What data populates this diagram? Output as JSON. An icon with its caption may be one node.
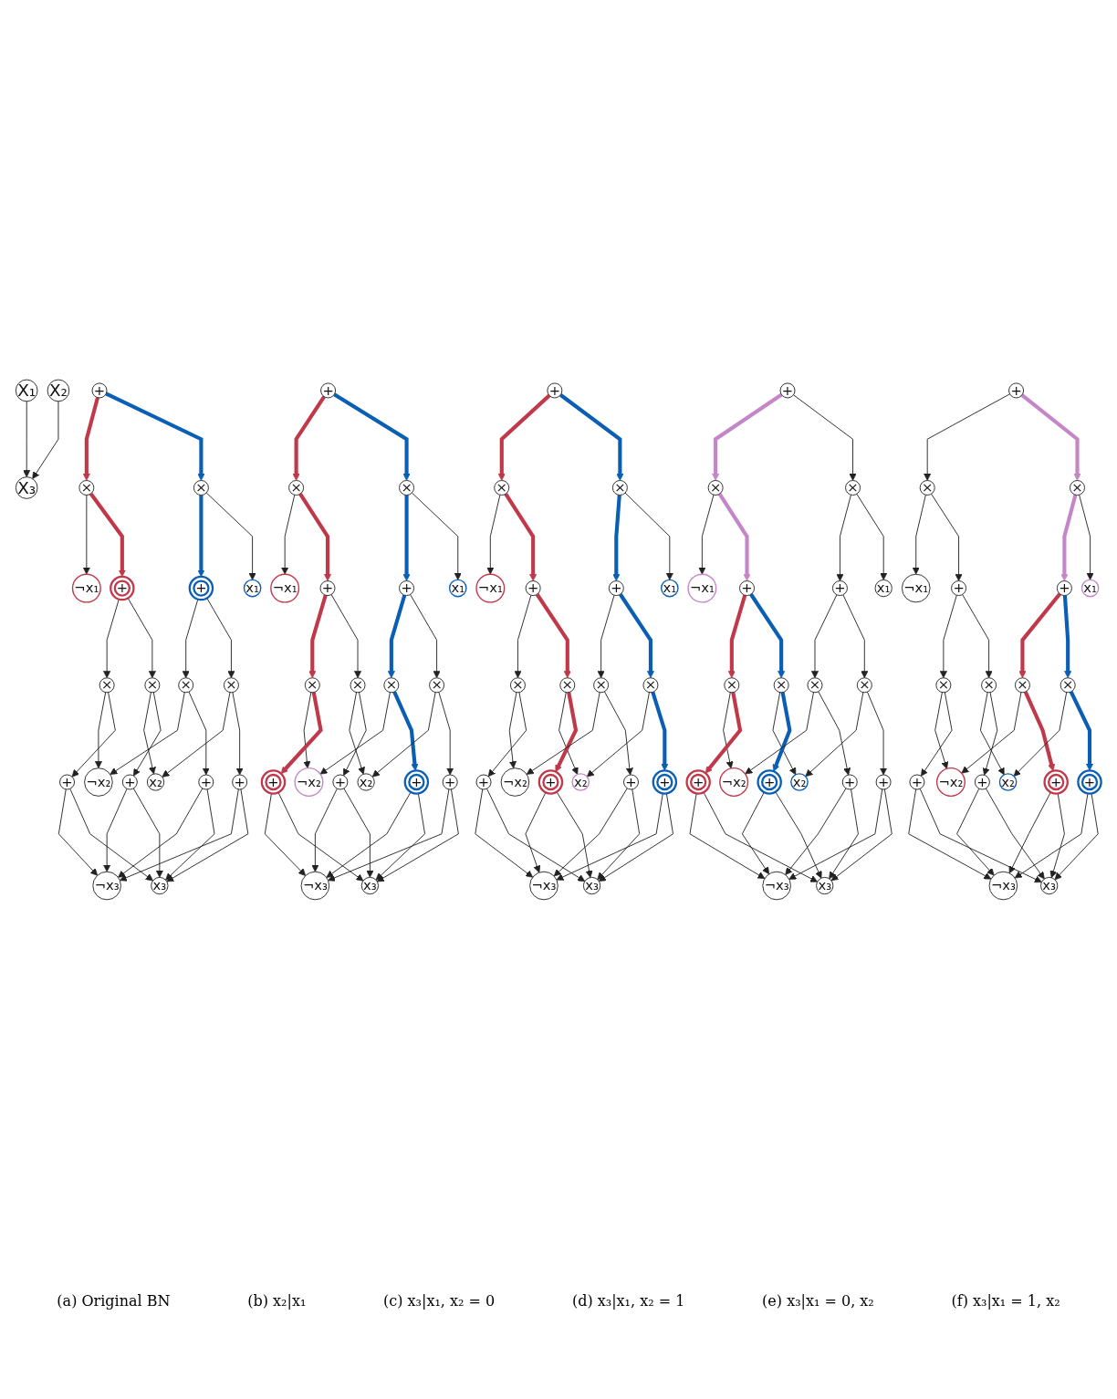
{
  "diagram": {
    "nodes": [
      {
        "text": [
          "X₁"
        ]
      },
      {
        "text": [
          "X₂"
        ]
      },
      {
        "text": [
          "X₃"
        ]
      },
      {
        "text": [
          "+"
        ]
      },
      {
        "text": [
          "×"
        ]
      },
      {
        "text": [
          "×"
        ]
      },
      {
        "text": [
          "¬x₁"
        ]
      },
      {
        "text": [
          "+"
        ]
      },
      {
        "text": [
          "+"
        ]
      },
      {
        "text": [
          "x₁"
        ]
      },
      {
        "text": [
          "×"
        ]
      },
      {
        "text": [
          "×"
        ]
      },
      {
        "text": [
          "×"
        ]
      },
      {
        "text": [
          "×"
        ]
      },
      {
        "text": [
          "¬x₂"
        ]
      },
      {
        "text": [
          "x₂"
        ]
      },
      {
        "text": [
          "+"
        ]
      },
      {
        "text": [
          "+"
        ]
      },
      {
        "text": [
          "+"
        ]
      },
      {
        "text": [
          "+"
        ]
      },
      {
        "text": [
          "¬x₃"
        ]
      },
      {
        "text": [
          "x₃"
        ]
      },
      {
        "text": [
          "+"
        ]
      },
      {
        "text": [
          "×"
        ]
      },
      {
        "text": [
          "×"
        ]
      },
      {
        "text": [
          "¬x₁"
        ]
      },
      {
        "text": [
          "+"
        ]
      },
      {
        "text": [
          "+"
        ]
      },
      {
        "text": [
          "x₁"
        ]
      },
      {
        "text": [
          "×"
        ]
      },
      {
        "text": [
          "×"
        ]
      },
      {
        "text": [
          "×"
        ]
      },
      {
        "text": [
          "×"
        ]
      },
      {
        "text": [
          "¬x₂"
        ]
      },
      {
        "text": [
          "x₂"
        ]
      },
      {
        "text": [
          "+"
        ]
      },
      {
        "text": [
          "+"
        ]
      },
      {
        "text": [
          "+"
        ]
      },
      {
        "text": [
          "+"
        ]
      },
      {
        "text": [
          "¬x₃"
        ]
      },
      {
        "text": [
          "x₃"
        ]
      },
      {
        "text": [
          "+"
        ]
      },
      {
        "text": [
          "×"
        ]
      },
      {
        "text": [
          "×"
        ]
      },
      {
        "text": [
          "¬x₁"
        ]
      },
      {
        "text": [
          "+"
        ]
      },
      {
        "text": [
          "+"
        ]
      },
      {
        "text": [
          "x₁"
        ]
      },
      {
        "text": [
          "×"
        ]
      },
      {
        "text": [
          "×"
        ]
      },
      {
        "text": [
          "×"
        ]
      },
      {
        "text": [
          "×"
        ]
      },
      {
        "text": [
          "¬x₂"
        ]
      },
      {
        "text": [
          "x₂"
        ]
      },
      {
        "text": [
          "+"
        ]
      },
      {
        "text": [
          "+"
        ]
      },
      {
        "text": [
          "+"
        ]
      },
      {
        "text": [
          "+"
        ]
      },
      {
        "text": [
          "¬x₃"
        ]
      },
      {
        "text": [
          "x₃"
        ]
      },
      {
        "text": [
          "+"
        ]
      },
      {
        "text": [
          "×"
        ]
      },
      {
        "text": [
          "×"
        ]
      },
      {
        "text": [
          "¬x₁"
        ]
      },
      {
        "text": [
          "+"
        ]
      },
      {
        "text": [
          "+"
        ]
      },
      {
        "text": [
          "x₁"
        ]
      },
      {
        "text": [
          "×"
        ]
      },
      {
        "text": [
          "×"
        ]
      },
      {
        "text": [
          "×"
        ]
      },
      {
        "text": [
          "×"
        ]
      },
      {
        "text": [
          "¬x₂"
        ]
      },
      {
        "text": [
          "x₂"
        ]
      },
      {
        "text": [
          "+"
        ]
      },
      {
        "text": [
          "+"
        ]
      },
      {
        "text": [
          "+"
        ]
      },
      {
        "text": [
          "+"
        ]
      },
      {
        "text": [
          "¬x₃"
        ]
      },
      {
        "text": [
          "x₃"
        ]
      },
      {
        "text": [
          "+"
        ]
      },
      {
        "text": [
          "×"
        ]
      },
      {
        "text": [
          "×"
        ]
      },
      {
        "text": [
          "¬x₁"
        ]
      },
      {
        "text": [
          "+"
        ]
      },
      {
        "text": [
          "+"
        ]
      },
      {
        "text": [
          "x₁"
        ]
      },
      {
        "text": [
          "×"
        ]
      },
      {
        "text": [
          "×"
        ]
      },
      {
        "text": [
          "×"
        ]
      },
      {
        "text": [
          "×"
        ]
      },
      {
        "text": [
          "¬x₂"
        ]
      },
      {
        "text": [
          "x₂"
        ]
      },
      {
        "text": [
          "+"
        ]
      },
      {
        "text": [
          "+"
        ]
      },
      {
        "text": [
          "+"
        ]
      },
      {
        "text": [
          "+"
        ]
      },
      {
        "text": [
          "¬x₃"
        ]
      },
      {
        "text": [
          "x₃"
        ]
      }
    ],
    "edges": [
      {
        "from": 0,
        "to": 2,
        "arrow": "to"
      },
      {
        "from": 1,
        "to": 2,
        "arrow": "to"
      },
      {
        "from": 3,
        "to": 4,
        "arrow": "to",
        "style": "thick",
        "color": "#c0394b"
      },
      {
        "from": 3,
        "to": 5,
        "arrow": "to",
        "style": "thick",
        "color": "#0a5fb4"
      },
      {
        "from": 4,
        "to": 6,
        "arrow": "to"
      },
      {
        "from": 4,
        "to": 7,
        "arrow": "to",
        "style": "thick",
        "color": "#c0394b"
      },
      {
        "from": 5,
        "to": 8,
        "arrow": "to",
        "style": "thick",
        "color": "#0a5fb4"
      },
      {
        "from": 5,
        "to": 9,
        "arrow": "to"
      },
      {
        "from": 7,
        "to": 10,
        "arrow": "to"
      },
      {
        "from": 7,
        "to": 11,
        "arrow": "to"
      },
      {
        "from": 8,
        "to": 12,
        "arrow": "to"
      },
      {
        "from": 8,
        "to": 13,
        "arrow": "to"
      },
      {
        "from": 10,
        "to": 14,
        "arrow": "to"
      },
      {
        "from": 10,
        "to": 16,
        "arrow": "to"
      },
      {
        "from": 11,
        "to": 15,
        "arrow": "to"
      },
      {
        "from": 11,
        "to": 17,
        "arrow": "to"
      },
      {
        "from": 12,
        "to": 14,
        "arrow": "to"
      },
      {
        "from": 12,
        "to": 18,
        "arrow": "to"
      },
      {
        "from": 13,
        "to": 15,
        "arrow": "to"
      },
      {
        "from": 13,
        "to": 19,
        "arrow": "to"
      },
      {
        "from": 16,
        "to": 20,
        "arrow": "to"
      },
      {
        "from": 16,
        "to": 21,
        "arrow": "to"
      },
      {
        "from": 17,
        "to": 20,
        "arrow": "to"
      },
      {
        "from": 17,
        "to": 21,
        "arrow": "to"
      },
      {
        "from": 18,
        "to": 20,
        "arrow": "to"
      },
      {
        "from": 18,
        "to": 21,
        "arrow": "to"
      },
      {
        "from": 19,
        "to": 20,
        "arrow": "to"
      },
      {
        "from": 19,
        "to": 21,
        "arrow": "to"
      },
      {
        "from": 22,
        "to": 23,
        "arrow": "to",
        "style": "thick",
        "color": "#c0394b"
      },
      {
        "from": 22,
        "to": 24,
        "arrow": "to",
        "style": "thick",
        "color": "#0a5fb4"
      },
      {
        "from": 23,
        "to": 25,
        "arrow": "to"
      },
      {
        "from": 23,
        "to": 26,
        "arrow": "to",
        "style": "thick",
        "color": "#c0394b"
      },
      {
        "from": 24,
        "to": 27,
        "arrow": "to",
        "style": "thick",
        "color": "#0a5fb4"
      },
      {
        "from": 24,
        "to": 28,
        "arrow": "to"
      },
      {
        "from": 26,
        "to": 29,
        "arrow": "to",
        "style": "thick",
        "color": "#c0394b"
      },
      {
        "from": 26,
        "to": 30,
        "arrow": "to"
      },
      {
        "from": 27,
        "to": 31,
        "arrow": "to",
        "style": "thick",
        "color": "#0a5fb4"
      },
      {
        "from": 27,
        "to": 32,
        "arrow": "to"
      },
      {
        "from": 29,
        "to": 33,
        "arrow": "to"
      },
      {
        "from": 29,
        "to": 35,
        "arrow": "to",
        "style": "thick",
        "color": "#c0394b"
      },
      {
        "from": 30,
        "to": 34,
        "arrow": "to"
      },
      {
        "from": 30,
        "to": 36,
        "arrow": "to"
      },
      {
        "from": 31,
        "to": 33,
        "arrow": "to"
      },
      {
        "from": 31,
        "to": 37,
        "arrow": "to",
        "style": "thick",
        "color": "#0a5fb4"
      },
      {
        "from": 32,
        "to": 34,
        "arrow": "to"
      },
      {
        "from": 32,
        "to": 38,
        "arrow": "to"
      },
      {
        "from": 35,
        "to": 39,
        "arrow": "to"
      },
      {
        "from": 35,
        "to": 40,
        "arrow": "to"
      },
      {
        "from": 36,
        "to": 39,
        "arrow": "to"
      },
      {
        "from": 36,
        "to": 40,
        "arrow": "to"
      },
      {
        "from": 37,
        "to": 39,
        "arrow": "to"
      },
      {
        "from": 37,
        "to": 40,
        "arrow": "to"
      },
      {
        "from": 38,
        "to": 39,
        "arrow": "to"
      },
      {
        "from": 38,
        "to": 40,
        "arrow": "to"
      },
      {
        "from": 41,
        "to": 42,
        "arrow": "to",
        "style": "thick",
        "color": "#c0394b"
      },
      {
        "from": 41,
        "to": 43,
        "arrow": "to",
        "style": "thick",
        "color": "#0a5fb4"
      },
      {
        "from": 42,
        "to": 44,
        "arrow": "to"
      },
      {
        "from": 42,
        "to": 45,
        "arrow": "to",
        "style": "thick",
        "color": "#c0394b"
      },
      {
        "from": 43,
        "to": 46,
        "arrow": "to",
        "style": "thick",
        "color": "#0a5fb4"
      },
      {
        "from": 43,
        "to": 47,
        "arrow": "to"
      },
      {
        "from": 45,
        "to": 48,
        "arrow": "to"
      },
      {
        "from": 45,
        "to": 49,
        "arrow": "to",
        "style": "thick",
        "color": "#c0394b"
      },
      {
        "from": 46,
        "to": 50,
        "arrow": "to"
      },
      {
        "from": 46,
        "to": 51,
        "arrow": "to",
        "style": "thick",
        "color": "#0a5fb4"
      },
      {
        "from": 48,
        "to": 52,
        "arrow": "to"
      },
      {
        "from": 48,
        "to": 54,
        "arrow": "to"
      },
      {
        "from": 49,
        "to": 53,
        "arrow": "to"
      },
      {
        "from": 49,
        "to": 55,
        "arrow": "to",
        "style": "thick",
        "color": "#c0394b"
      },
      {
        "from": 50,
        "to": 52,
        "arrow": "to"
      },
      {
        "from": 50,
        "to": 56,
        "arrow": "to"
      },
      {
        "from": 51,
        "to": 53,
        "arrow": "to"
      },
      {
        "from": 51,
        "to": 57,
        "arrow": "to",
        "style": "thick",
        "color": "#0a5fb4"
      },
      {
        "from": 54,
        "to": 58,
        "arrow": "to"
      },
      {
        "from": 54,
        "to": 59,
        "arrow": "to"
      },
      {
        "from": 55,
        "to": 58,
        "arrow": "to"
      },
      {
        "from": 55,
        "to": 59,
        "arrow": "to"
      },
      {
        "from": 56,
        "to": 58,
        "arrow": "to"
      },
      {
        "from": 56,
        "to": 59,
        "arrow": "to"
      },
      {
        "from": 57,
        "to": 58,
        "arrow": "to"
      },
      {
        "from": 57,
        "to": 59,
        "arrow": "to"
      },
      {
        "from": 60,
        "to": 61,
        "arrow": "to",
        "style": "thick",
        "color": "#c486c8"
      },
      {
        "from": 60,
        "to": 62,
        "arrow": "to"
      },
      {
        "from": 61,
        "to": 63,
        "arrow": "to"
      },
      {
        "from": 61,
        "to": 64,
        "arrow": "to",
        "style": "thick",
        "color": "#c486c8"
      },
      {
        "from": 62,
        "to": 65,
        "arrow": "to"
      },
      {
        "from": 62,
        "to": 66,
        "arrow": "to"
      },
      {
        "from": 64,
        "to": 67,
        "arrow": "to",
        "style": "thick",
        "color": "#c0394b"
      },
      {
        "from": 64,
        "to": 68,
        "arrow": "to",
        "style": "thick",
        "color": "#0a5fb4"
      },
      {
        "from": 65,
        "to": 69,
        "arrow": "to"
      },
      {
        "from": 65,
        "to": 70,
        "arrow": "to"
      },
      {
        "from": 67,
        "to": 71,
        "arrow": "to"
      },
      {
        "from": 67,
        "to": 73,
        "arrow": "to",
        "style": "thick",
        "color": "#c0394b"
      },
      {
        "from": 68,
        "to": 72,
        "arrow": "to"
      },
      {
        "from": 68,
        "to": 74,
        "arrow": "to",
        "style": "thick",
        "color": "#0a5fb4"
      },
      {
        "from": 69,
        "to": 71,
        "arrow": "to"
      },
      {
        "from": 69,
        "to": 75,
        "arrow": "to"
      },
      {
        "from": 70,
        "to": 72,
        "arrow": "to"
      },
      {
        "from": 70,
        "to": 76,
        "arrow": "to"
      },
      {
        "from": 73,
        "to": 77,
        "arrow": "to"
      },
      {
        "from": 73,
        "to": 78,
        "arrow": "to"
      },
      {
        "from": 74,
        "to": 77,
        "arrow": "to"
      },
      {
        "from": 74,
        "to": 78,
        "arrow": "to"
      },
      {
        "from": 75,
        "to": 77,
        "arrow": "to"
      },
      {
        "from": 75,
        "to": 78,
        "arrow": "to"
      },
      {
        "from": 76,
        "to": 77,
        "arrow": "to"
      },
      {
        "from": 76,
        "to": 78,
        "arrow": "to"
      },
      {
        "from": 79,
        "to": 80,
        "arrow": "to"
      },
      {
        "from": 79,
        "to": 81,
        "arrow": "to",
        "style": "thick",
        "color": "#c486c8"
      },
      {
        "from": 80,
        "to": 82,
        "arrow": "to"
      },
      {
        "from": 80,
        "to": 83,
        "arrow": "to"
      },
      {
        "from": 81,
        "to": 84,
        "arrow": "to",
        "style": "thick",
        "color": "#c486c8"
      },
      {
        "from": 81,
        "to": 85,
        "arrow": "to"
      },
      {
        "from": 83,
        "to": 86,
        "arrow": "to"
      },
      {
        "from": 83,
        "to": 87,
        "arrow": "to"
      },
      {
        "from": 84,
        "to": 88,
        "arrow": "to",
        "style": "thick",
        "color": "#c0394b"
      },
      {
        "from": 84,
        "to": 89,
        "arrow": "to",
        "style": "thick",
        "color": "#0a5fb4"
      },
      {
        "from": 86,
        "to": 90,
        "arrow": "to"
      },
      {
        "from": 86,
        "to": 92,
        "arrow": "to"
      },
      {
        "from": 87,
        "to": 91,
        "arrow": "to"
      },
      {
        "from": 87,
        "to": 93,
        "arrow": "to"
      },
      {
        "from": 88,
        "to": 90,
        "arrow": "to"
      },
      {
        "from": 88,
        "to": 94,
        "arrow": "to",
        "style": "thick",
        "color": "#c0394b"
      },
      {
        "from": 89,
        "to": 91,
        "arrow": "to"
      },
      {
        "from": 89,
        "to": 95,
        "arrow": "to",
        "style": "thick",
        "color": "#0a5fb4"
      },
      {
        "from": 92,
        "to": 96,
        "arrow": "to"
      },
      {
        "from": 92,
        "to": 97,
        "arrow": "to"
      },
      {
        "from": 93,
        "to": 96,
        "arrow": "to"
      },
      {
        "from": 93,
        "to": 97,
        "arrow": "to"
      },
      {
        "from": 94,
        "to": 96,
        "arrow": "to"
      },
      {
        "from": 94,
        "to": 97,
        "arrow": "to"
      },
      {
        "from": 95,
        "to": 96,
        "arrow": "to"
      },
      {
        "from": 95,
        "to": 97,
        "arrow": "to"
      }
    ],
    "labels": [
      "(a) Original BN",
      "(b) x₂|x₁",
      "(c) x₃|x₁, x₂ = 0",
      "(d) x₃|x₁, x₂ = 1",
      "(e) x₃|x₁ = 0, x₂",
      "(f) x₃|x₁ = 1, x₂"
    ]
  }
}
